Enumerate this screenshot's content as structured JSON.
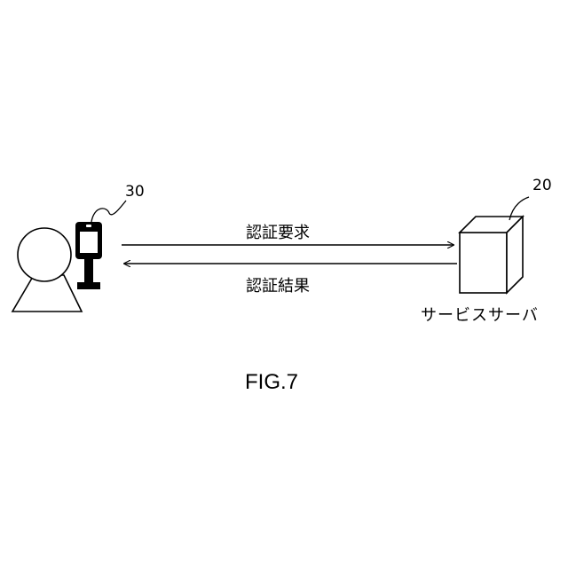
{
  "refs": {
    "user_terminal": "30",
    "service_server": "20"
  },
  "messages": {
    "request": "認証要求",
    "response": "認証結果"
  },
  "server": {
    "name": "サービスサーバ"
  },
  "figure": {
    "label": "FIG.7"
  }
}
